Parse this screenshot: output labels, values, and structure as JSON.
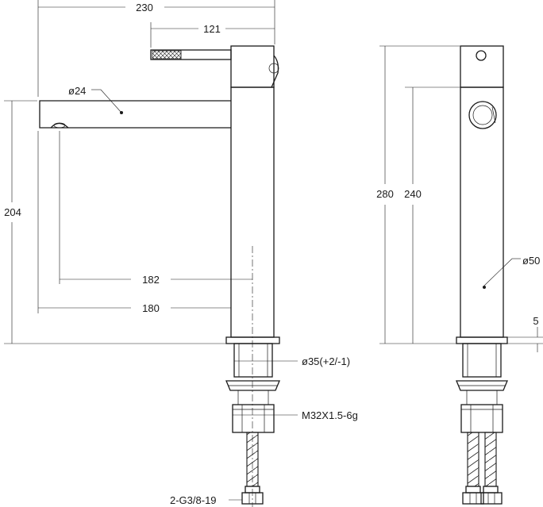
{
  "labels": {
    "total_width": "230",
    "handle_length": "121",
    "spout_diameter": "ø24",
    "spout_height": "204",
    "outlet_reach": "182",
    "spout_reach": "180",
    "total_height": "280",
    "body_height": "240",
    "body_diameter": "ø50",
    "base_thickness": "5",
    "mount_hole": "ø35(+2/-1)",
    "thread": "M32X1.5-6g",
    "hoses": "2-G3/8-19"
  },
  "colors": {
    "line": "#1a1a1a",
    "background": "#ffffff"
  }
}
